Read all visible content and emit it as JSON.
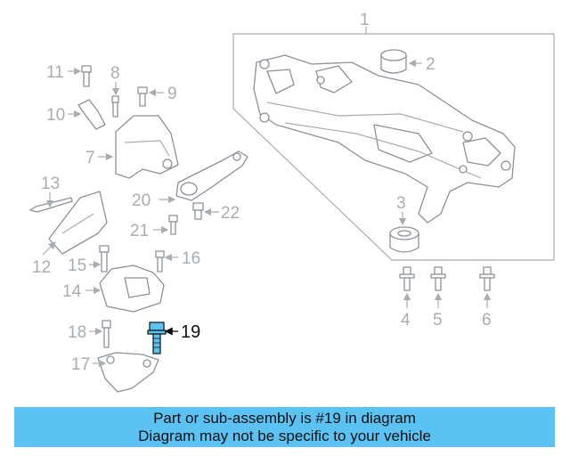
{
  "diagram": {
    "callouts": [
      "1",
      "2",
      "3",
      "4",
      "5",
      "6",
      "7",
      "8",
      "9",
      "10",
      "11",
      "12",
      "13",
      "14",
      "15",
      "16",
      "17",
      "18",
      "19",
      "20",
      "21",
      "22"
    ],
    "highlighted_callout": "19",
    "colors": {
      "parts": "#8c9197",
      "labels": "#a8adb2",
      "highlight_part": "#5bc2f4",
      "highlight_label": "#111111"
    }
  },
  "banner": {
    "line1": "Part or sub-assembly is #19 in diagram",
    "line2": "Diagram may not be specific to your vehicle",
    "background": "#5bc2f4"
  }
}
